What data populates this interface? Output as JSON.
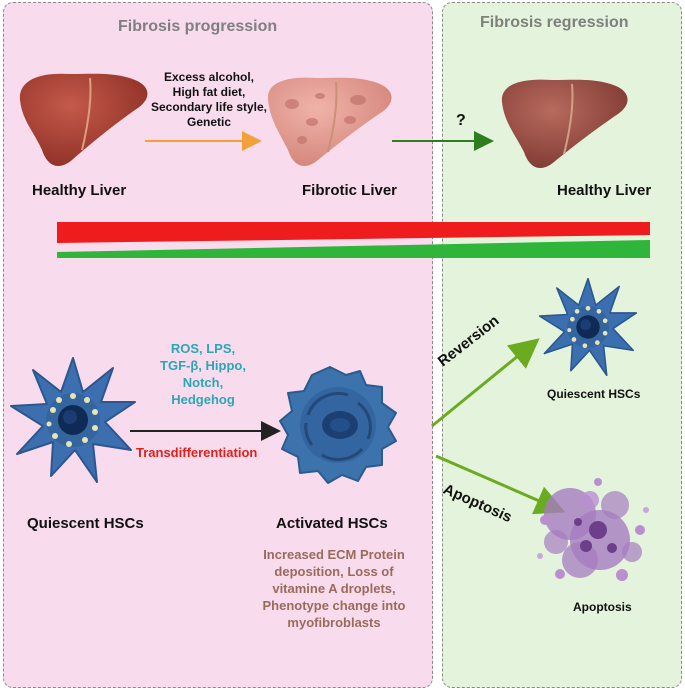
{
  "headers": {
    "progression": "Fibrosis progression",
    "regression": "Fibrosis regression"
  },
  "livers": {
    "healthy_left": "Healthy Liver",
    "fibrotic": "Fibrotic Liver",
    "healthy_right": "Healthy Liver"
  },
  "causes": [
    "Excess alcohol,",
    "High fat diet,",
    "Secondary life style,",
    "Genetic"
  ],
  "question_mark": "?",
  "signals": [
    "ROS, LPS,",
    "TGF-β, Hippo,",
    "Notch,",
    "Hedgehog"
  ],
  "transdifferentiation": "Transdifferentiation",
  "cells": {
    "quiescent_left": "Quiescent HSCs",
    "activated": "Activated HSCs",
    "quiescent_right": "Quiescent HSCs",
    "apoptosis": "Apoptosis"
  },
  "activated_description": [
    "Increased  ECM Protein",
    "deposition, Loss of",
    "vitamine A droplets,",
    "Phenotype change into",
    "myofibroblasts"
  ],
  "arrows": {
    "reversion": "Reversion",
    "apoptosis": "Apoptosis"
  },
  "colors": {
    "progression_bar": "#ee1c1c",
    "regression_bar": "#2fb53a",
    "cause_arrow": "#f2a13a",
    "regression_arrow": "#2e7d1e",
    "outcome_arrow": "#6aab1f",
    "quiescent_cell": "#3b6fb0",
    "activated_cell": "#3d73ac",
    "apoptotic_cell": "#a57cc0"
  }
}
